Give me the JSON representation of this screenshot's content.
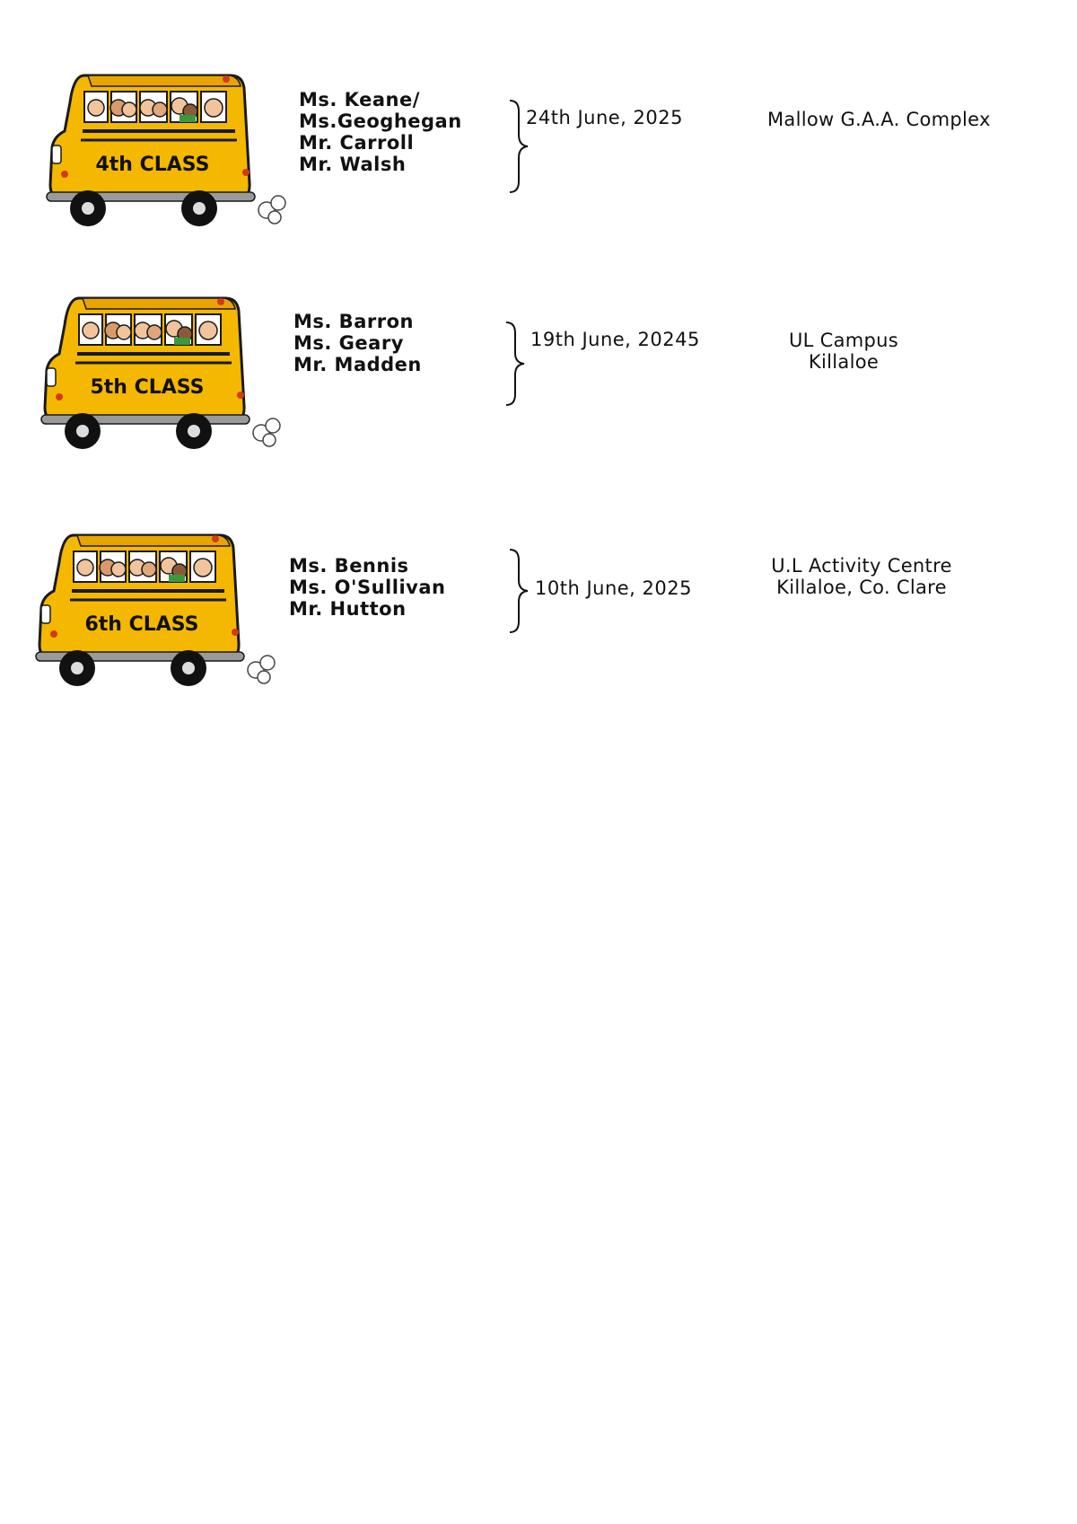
{
  "trips": [
    {
      "class_label": "4th CLASS",
      "teachers": [
        "Ms. Keane/",
        "Ms.Geoghegan",
        "Mr. Carroll",
        "Mr. Walsh"
      ],
      "date": "24th June, 2025",
      "venue": [
        "Mallow G.A.A. Complex"
      ]
    },
    {
      "class_label": "5th CLASS",
      "teachers": [
        "Ms. Barron",
        "Ms. Geary",
        "Mr. Madden"
      ],
      "date": "19th June, 20245",
      "venue": [
        "UL Campus",
        "Killaloe"
      ]
    },
    {
      "class_label": "6th CLASS",
      "teachers": [
        "Ms. Bennis",
        "Ms. O'Sullivan",
        "Mr. Hutton"
      ],
      "date": "10th June, 2025",
      "venue": [
        "U.L Activity Centre",
        "Killaloe, Co. Clare"
      ]
    }
  ],
  "colors": {
    "bus_body": "#f5b800",
    "bus_outline": "#1a1a1a",
    "text": "#111111"
  },
  "icons": {
    "bus": "school-bus-icon",
    "brace": "right-curly-brace"
  }
}
